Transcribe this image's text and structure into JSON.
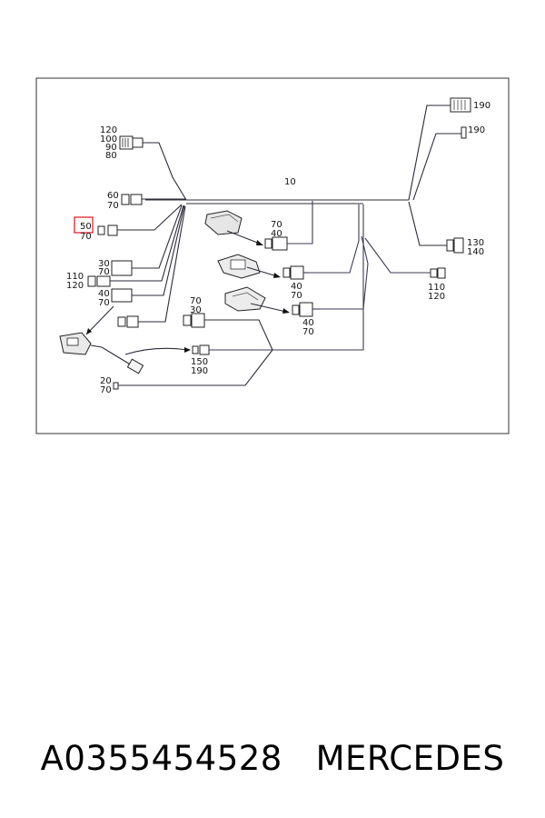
{
  "labels": {
    "l120a": "120",
    "l100": "100",
    "l90": "90",
    "l80": "80",
    "l10": "10",
    "l60": "60",
    "l70a": "70",
    "l50": "50",
    "l70b": "70",
    "l30a": "30",
    "l70c": "70",
    "l110a": "110",
    "l120b": "120",
    "l40a": "40",
    "l70d": "70",
    "l70e": "70",
    "l30b": "30",
    "l150": "150",
    "l190a": "190",
    "l20": "20",
    "l70f": "70",
    "l70g": "70",
    "l40b": "40",
    "l40c": "40",
    "l70h": "70",
    "l40d": "40",
    "l70i": "70",
    "l190b": "190",
    "l190c": "190",
    "l130": "130",
    "l140": "140",
    "l110b": "110",
    "l120c": "120"
  },
  "highlight": {
    "color": "#e8323c"
  },
  "footer": {
    "part_number": "A0355454528",
    "brand": "MERCEDES"
  }
}
